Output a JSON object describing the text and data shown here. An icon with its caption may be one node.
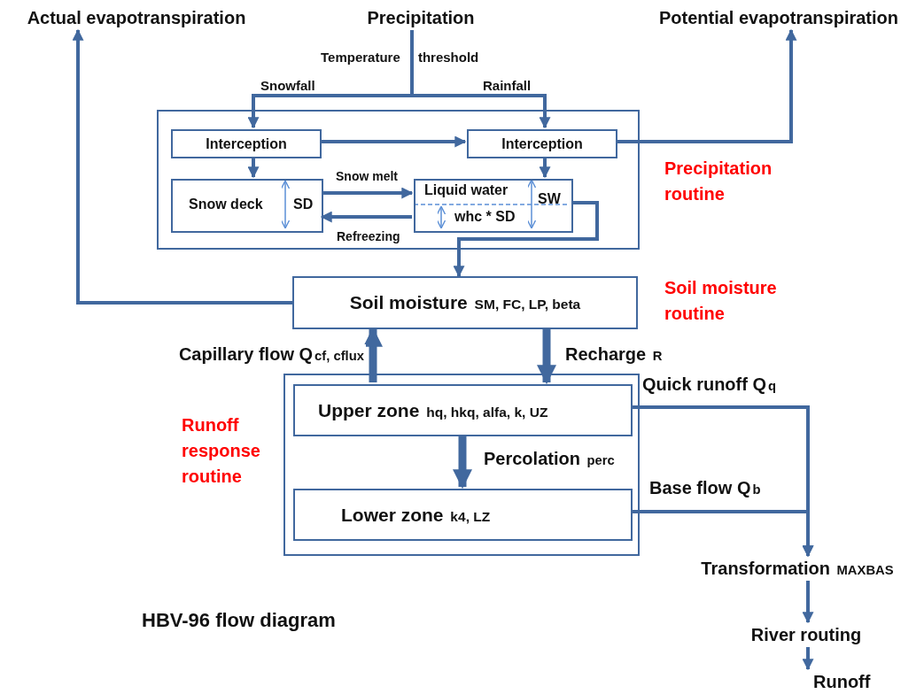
{
  "diagram": {
    "caption": "HBV-96  flow diagram",
    "nodes": [
      {
        "text": [
          "Actual evapotranspiration"
        ]
      },
      {
        "text": [
          "Precipitation"
        ]
      },
      {
        "text": [
          "Potential evapotranspiration"
        ]
      },
      {
        "text": [],
        "shape": "box",
        "beside": [
          "Precipitation routine"
        ]
      },
      {
        "text": [
          "Interception"
        ],
        "in": 3
      },
      {
        "text": [
          "Interception"
        ],
        "in": 3
      },
      {
        "text": [
          "Snow deck",
          "SD"
        ],
        "in": 3
      },
      {
        "text": [
          "Liquid water",
          "whc * SD",
          "SW"
        ],
        "in": 3
      },
      {
        "text": [
          "Soil moisture $_{SM, FC, LP, beta}$"
        ],
        "beside": [
          "Soil moisture routine"
        ]
      },
      {
        "text": [],
        "shape": "box",
        "beside": [
          "Runoff response routine"
        ]
      },
      {
        "text": [
          "Upper zone $_{hq, hkq, alfa, k, UZ}$"
        ],
        "in": 9
      },
      {
        "text": [
          "Lower zone $_{k4, LZ}$"
        ],
        "in": 9
      },
      {
        "text": [
          "Transformation $_{MAXBAS}$"
        ]
      },
      {
        "text": [
          "River routing"
        ]
      },
      {
        "text": [
          "Runoff"
        ]
      }
    ],
    "edges": [
      {
        "from": 1,
        "to": 4,
        "arrow": "to",
        "label": "Snowfall"
      },
      {
        "from": 1,
        "to": 5,
        "arrow": "to",
        "label": "Rainfall"
      },
      {
        "from": 4,
        "to": 5,
        "arrow": "to"
      },
      {
        "from": 5,
        "to": 2,
        "arrow": "to"
      },
      {
        "from": 4,
        "to": 6,
        "arrow": "to"
      },
      {
        "from": 5,
        "to": 7,
        "arrow": "to"
      },
      {
        "from": 6,
        "to": 7,
        "arrow": "to",
        "label": "Snow melt"
      },
      {
        "from": 7,
        "to": 6,
        "arrow": "to",
        "label": "Refreezing"
      },
      {
        "from": 7,
        "to": 8,
        "arrow": "to"
      },
      {
        "from": 8,
        "to": 0,
        "arrow": "to"
      },
      {
        "from": 8,
        "to": 10,
        "arrow": "to",
        "label": "Recharge $_{R}$",
        "style": "thick"
      },
      {
        "from": 10,
        "to": 8,
        "arrow": "to",
        "label": "Capillary flow Q$_{cf, cflux}$",
        "style": "thick"
      },
      {
        "from": 10,
        "to": 11,
        "arrow": "to",
        "label": "Percolation $_{perc}$",
        "style": "thick"
      },
      {
        "from": 10,
        "to": 12,
        "arrow": "to",
        "label": "Quick runoff Q$_{q}$"
      },
      {
        "from": 11,
        "to": 12,
        "arrow": "to",
        "label": "Base flow Q$_{b}$"
      },
      {
        "from": 12,
        "to": 13,
        "arrow": "to"
      },
      {
        "from": 13,
        "to": 14,
        "arrow": "to"
      }
    ],
    "labels": [
      "Temperature threshold"
    ]
  }
}
